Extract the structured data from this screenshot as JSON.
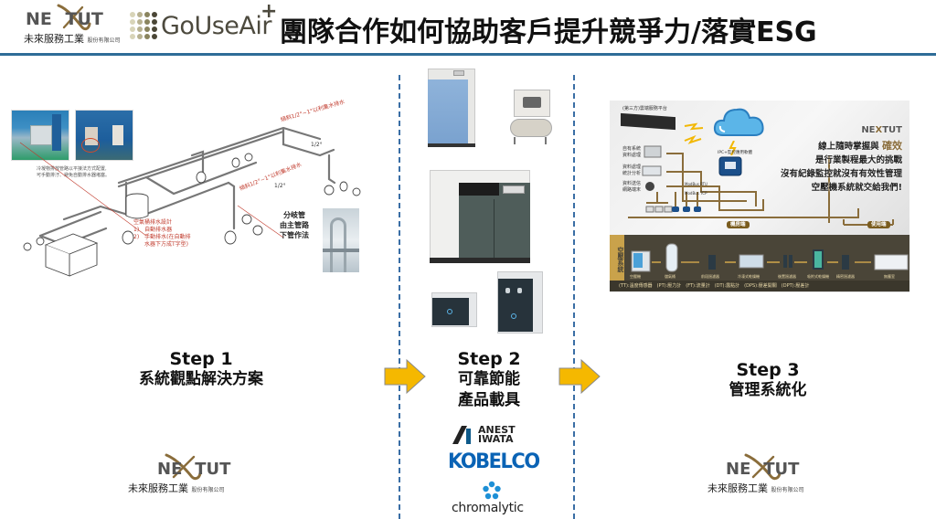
{
  "header": {
    "title": "團隊合作如何協助客戶提升競爭力/落實ESG",
    "logo_nextut": {
      "word_pre": "NE",
      "word_x": "X",
      "word_post": "TUT",
      "company_cn": "未來服務工業",
      "company_suffix": "股份有限公司"
    },
    "logo_gouseair": {
      "word": "GoUseAir",
      "plus": "+"
    }
  },
  "colors": {
    "header_rule": "#2e6c97",
    "divider": "#3a6ea5",
    "arrow_fill": "#f5b800",
    "arrow_stroke": "#8a8a8a",
    "nextut_gold": "#8a6d3b",
    "kobelco_blue": "#0a63b5",
    "chromalytic_blue": "#1e90d6"
  },
  "step1": {
    "title": "Step 1",
    "subtitle": "系統觀點解決方案",
    "diagram": {
      "photo_caption_line1": "冷凝物排放管路以平接法方式配置,",
      "photo_caption_line2": "可手動排汙、避免自動排水器堵塞。",
      "slope_note_upper": "傾斜1/2°~1°以利集水排水",
      "slope_note_lower": "傾斜1/2°~1°以利集水排水",
      "slope_value_upper": "1/2°",
      "slope_value_lower": "1/2°",
      "drain_design_title": "空氣桶排水設計",
      "drain_design_item1": "1)　自動排水器",
      "drain_design_item2": "2)　手動排水(在自動排",
      "drain_design_item2b": "　　水器下方成T字型)",
      "branch_label_line1": "分岐管",
      "branch_label_line2": "由主管路",
      "branch_label_line3": "下管作法"
    }
  },
  "step2": {
    "title": "Step 2",
    "subtitle_line1": "可靠節能",
    "subtitle_line2": "產品載具",
    "brands": {
      "anest_line1": "ANEST",
      "anest_line2": "IWATA",
      "kobelco": "KOBELCO",
      "chromalytic": "chromalytic"
    }
  },
  "step3": {
    "title": "Step 3",
    "subtitle": "管理系統化",
    "panel": {
      "cloud_platform": "(第三方)雲端服務平台",
      "left_labels": [
        "自有系統 資料處理",
        "資料處理 統計分析",
        "資料送信 網路端末"
      ],
      "modbus_rtu": "ModBus RTU",
      "modbus_tcp": "ModBus TCP",
      "ipc_label": "IPC+監控應用軟體",
      "slogan_line1_pre": "線上隨時掌握與",
      "slogan_line1_hl": "確效",
      "slogan_line2": "是行業製程最大的挑戰",
      "slogan_line3": "沒有紀錄監控就沒有有效性管理",
      "slogan_line4": "空壓機系統就交給我們!",
      "zone_machine_room": "機房端",
      "zone_user": "使用端",
      "side_label": "空壓系統",
      "legend": "(TT):溫度傳感器　(PT):壓力計　(FT):流量計　(DT):露點計　(DPS):壓差開關　(DPT):壓差計",
      "process_items": [
        "空壓機",
        "儲氣桶",
        "前段過濾器",
        "冷凍式乾燥機",
        "後置過濾器",
        "吸附式乾燥機",
        "精密過濾器",
        "無塵室"
      ]
    }
  },
  "footer_logos": {
    "left": {
      "word_pre": "NE",
      "word_x": "X",
      "word_post": "TUT",
      "company_cn": "未來服務工業",
      "company_suffix": "股份有限公司"
    },
    "right": {
      "word_pre": "NE",
      "word_x": "X",
      "word_post": "TUT",
      "company_cn": "未來服務工業",
      "company_suffix": "股份有限公司"
    }
  }
}
